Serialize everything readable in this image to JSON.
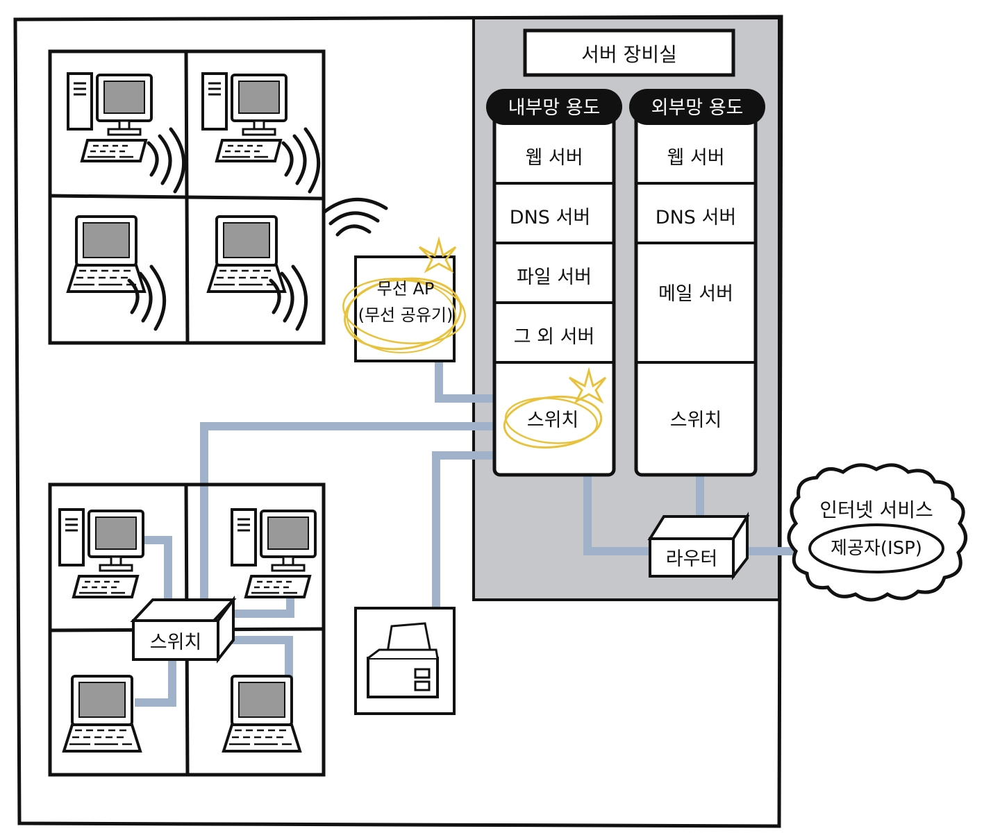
{
  "server_room": {
    "title": "서버 장비실",
    "internal_rack": {
      "header": "내부망 용도",
      "slots": [
        "웹 서버",
        "DNS 서버",
        "파일 서버",
        "그 외 서버",
        "스위치"
      ]
    },
    "external_rack": {
      "header": "외부망 용도",
      "slots": [
        "웹 서버",
        "DNS 서버",
        "메일 서버",
        "스위치"
      ]
    }
  },
  "router": {
    "label": "라우터"
  },
  "isp": {
    "line1": "인터넷 서비스",
    "line2": "제공자(ISP)"
  },
  "wireless_ap": {
    "line1": "무선 AP",
    "line2": "(무선 공유기)"
  },
  "office_switch": {
    "label": "스위치"
  },
  "colors": {
    "cable": "#9fb2c9",
    "server_room_bg": "#c6c7cb",
    "highlight": "#e8c23a",
    "ink": "#111111",
    "screen": "#999999"
  },
  "icons": [
    "desktop-computer-icon",
    "laptop-icon",
    "wireless-signal-icon",
    "printer-icon",
    "cloud-icon",
    "star-icon"
  ]
}
